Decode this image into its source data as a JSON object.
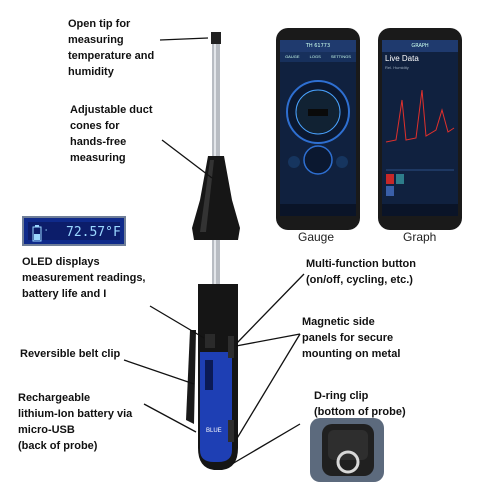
{
  "labels": {
    "open_tip": "Open tip for\nmeasuring\ntemperature and\nhumidity",
    "duct_cones": "Adjustable duct\ncones for\nhands-free\nmeasuring",
    "oled": "OLED displays\nmeasurement readings,\nbattery life and I",
    "belt_clip": "Reversible belt clip",
    "battery": "Rechargeable\nlithium-Ion battery via\nmicro-USB\n(back of probe)",
    "button": "Multi-function button\n(on/off, cycling, etc.)",
    "magnetic": "Magnetic side\npanels for secure\nmounting on metal",
    "dring": "D-ring clip\n(bottom of probe)"
  },
  "oled_display": {
    "reading": "72.57°F"
  },
  "phones": {
    "gauge": {
      "caption": "Gauge",
      "header": "TH 61773",
      "tabs": [
        "GAUGE",
        "LOGS",
        "SETTINGS"
      ]
    },
    "graph": {
      "caption": "Graph",
      "header": "GRAPH",
      "title": "Live Data",
      "subtitle": "Rel. Humidity"
    }
  },
  "probe": {
    "brand": "BLUE"
  },
  "colors": {
    "probe_blue": "#1e3fb4",
    "probe_black": "#151515",
    "screen_navy": "#10213f",
    "graph_red": "#e0302c"
  }
}
